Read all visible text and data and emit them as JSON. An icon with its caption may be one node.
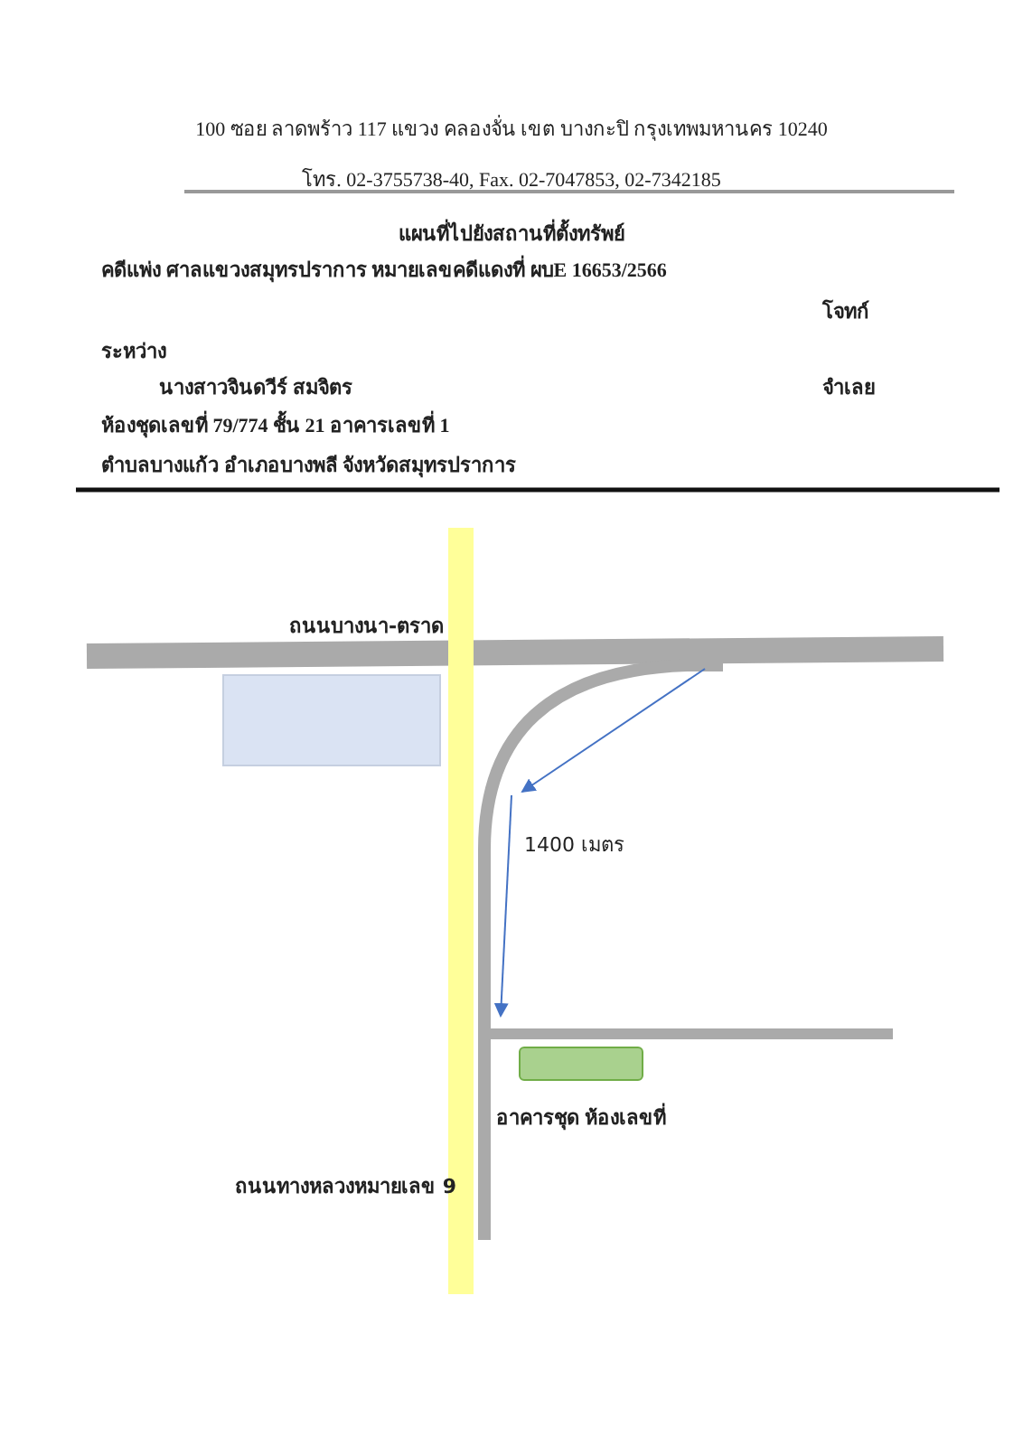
{
  "diagram": {
    "title": "แผนที่ไปยังสถานที่ตั้งทรัพย์",
    "nodes": [
      {
        "text": [],
        "shape": "box"
      },
      {
        "text": [
          "อาคารชุด ห้องเลขที่"
        ]
      }
    ],
    "labels": [
      "100 ซอย ลาดพร้าว 117 แขวง คลองจั่น เขต บางกะปิ กรุงเทพมหานคร 10240",
      "โทร. 02-3755738-40, Fax. 02-7047853, 02-7342185",
      "คดีแพ่ง ศาลแขวงสมุทรปราการ หมายเลขคดีแดงที่ ผบE 16653/2566",
      "โจทก์",
      "ระหว่าง",
      "นางสาวจินดวีร์ สมจิตร",
      "จำเลย",
      "ห้องชุดเลขที่ 79/774 ชั้น 21 อาคารเลขที่ 1",
      "ตำบลบางแก้ว อำเภอบางพลี จังหวัดสมุทรปราการ",
      "ถนนบางนา-ตราด",
      "1400 เมตร",
      "ถนนทางหลวงหมายเลข 9"
    ]
  }
}
